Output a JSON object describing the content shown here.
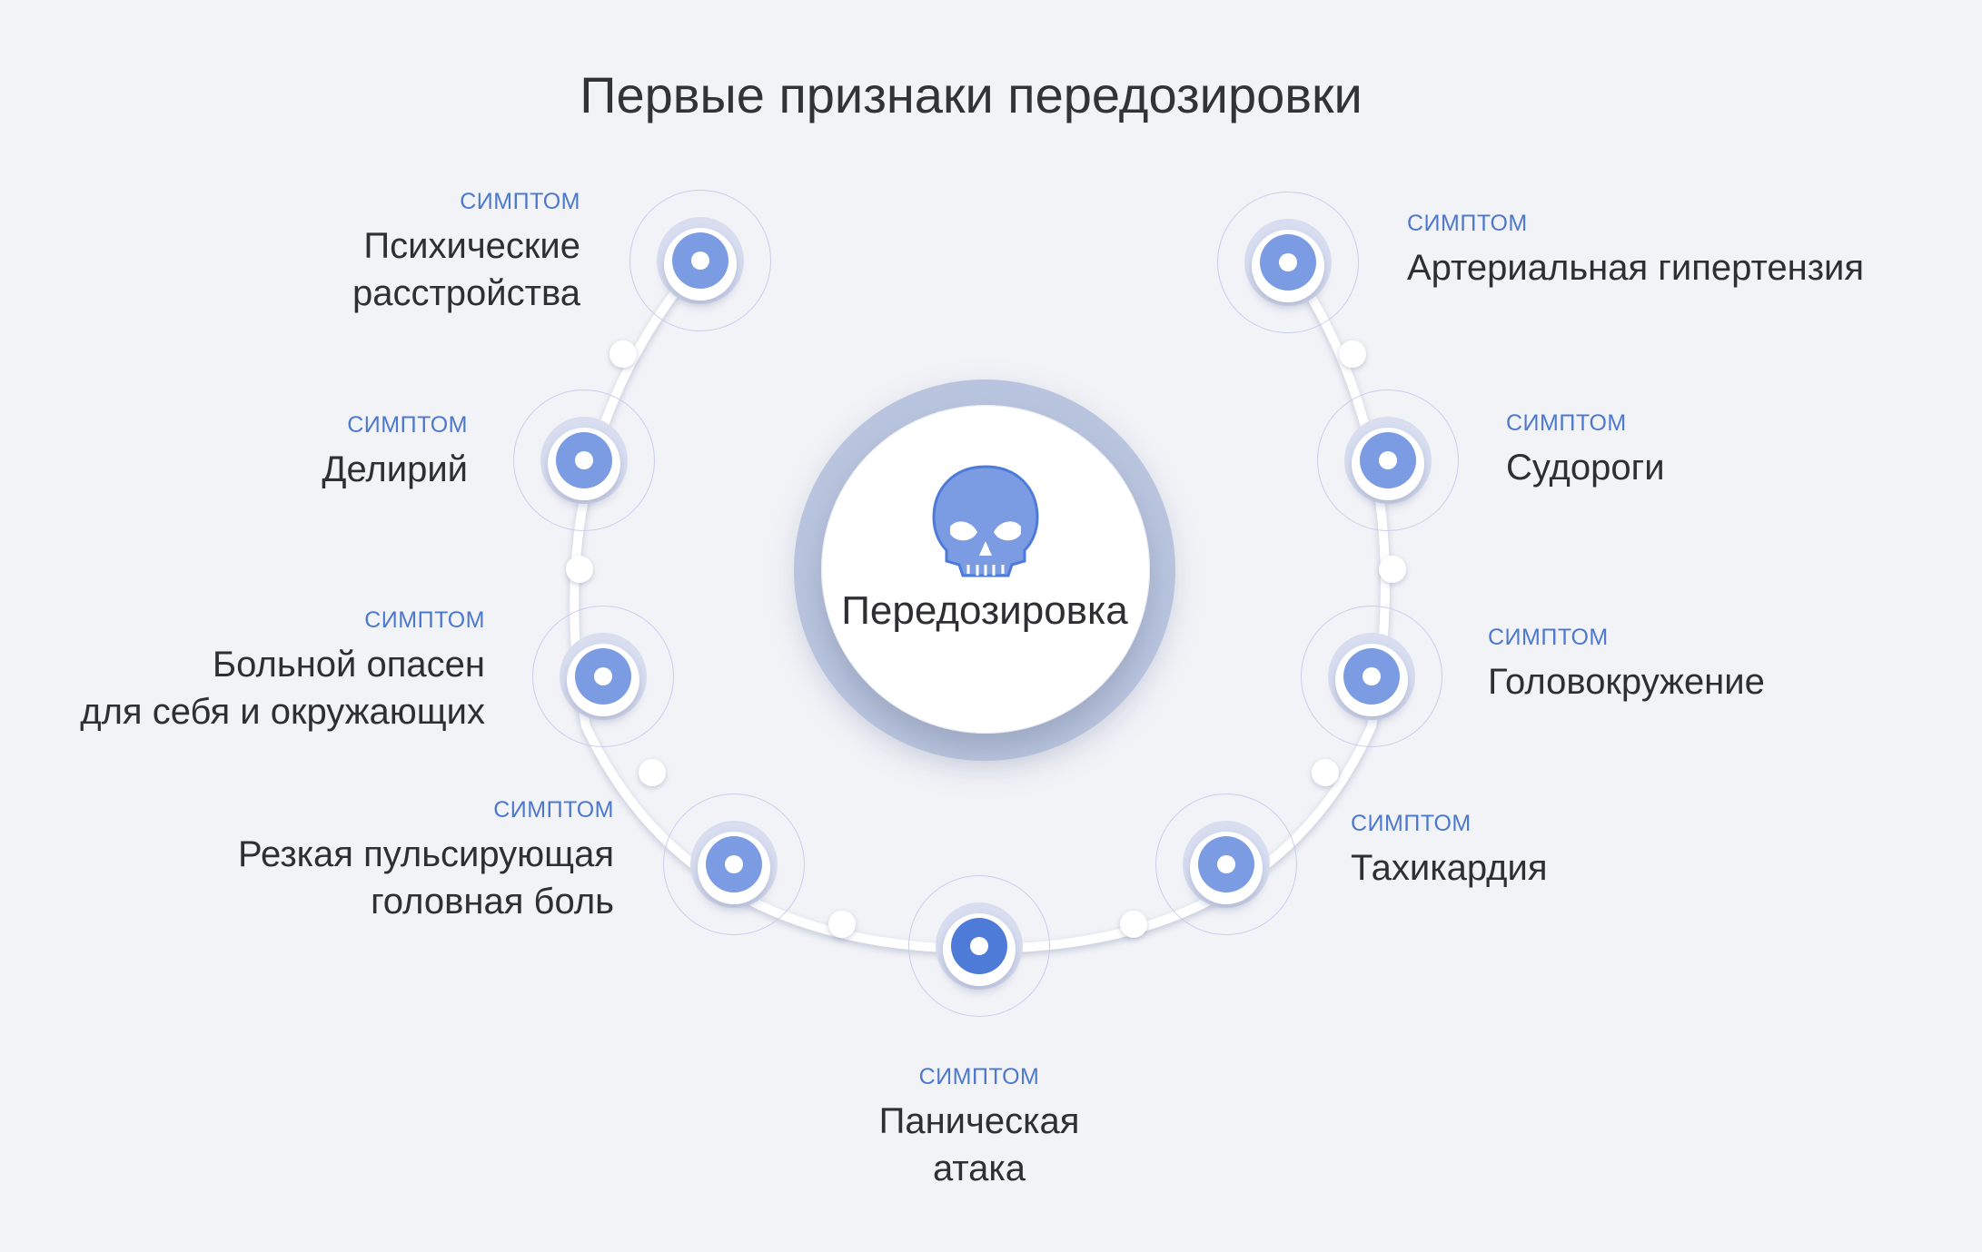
{
  "title": "Первые признаки передозировки",
  "center": {
    "label": "Передозировка",
    "icon": "skull-icon"
  },
  "colors": {
    "accent": "#4d78cf",
    "node_core": "#7b9be3",
    "node_core_active": "#4e7ad8",
    "background": "#f2f3f7"
  },
  "symptoms": [
    {
      "tag": "СИМПТОМ",
      "lines": [
        "Психические",
        "расстройства"
      ]
    },
    {
      "tag": "СИМПТОМ",
      "lines": [
        "Делирий"
      ]
    },
    {
      "tag": "СИМПТОМ",
      "lines": [
        "Больной опасен",
        "для себя и окружающих"
      ]
    },
    {
      "tag": "СИМПТОМ",
      "lines": [
        "Резкая пульсирующая",
        "головная боль"
      ]
    },
    {
      "tag": "СИМПТОМ",
      "lines": [
        "Паническая",
        "атака"
      ]
    },
    {
      "tag": "СИМПТОМ",
      "lines": [
        "Тахикардия"
      ]
    },
    {
      "tag": "СИМПТОМ",
      "lines": [
        "Головокружение"
      ]
    },
    {
      "tag": "СИМПТОМ",
      "lines": [
        "Судороги"
      ]
    },
    {
      "tag": "СИМПТОМ",
      "lines": [
        "Артериальная гипертензия"
      ]
    }
  ]
}
